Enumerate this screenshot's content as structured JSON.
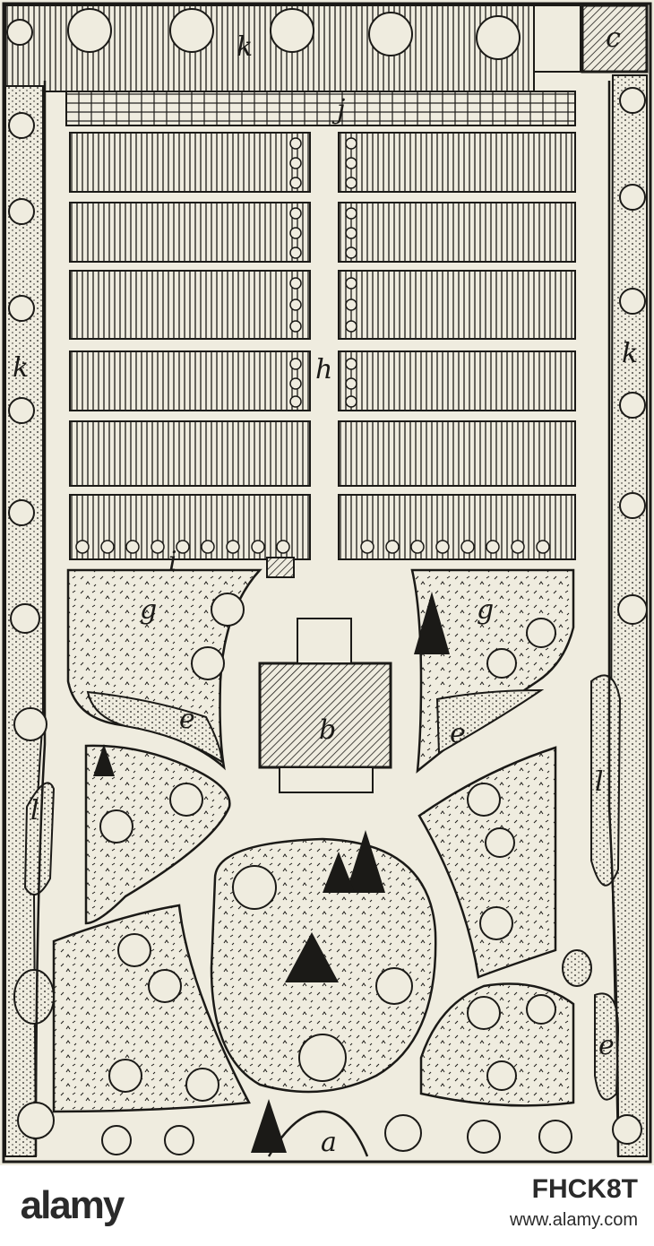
{
  "plan": {
    "letters": [
      "a",
      "b",
      "c",
      "e",
      "g",
      "h",
      "i",
      "j",
      "k",
      "l"
    ],
    "ink_color": "#1b1a17",
    "paper_color": "#efecdf"
  },
  "footer": {
    "brand": "alamy",
    "image_id": "FHCK8T",
    "url": "www.alamy.com"
  }
}
